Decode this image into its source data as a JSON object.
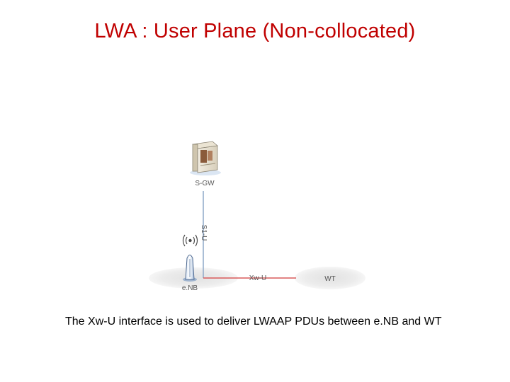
{
  "title": "LWA : User Plane (Non-collocated)",
  "diagram": {
    "nodes": {
      "sgw": {
        "label": "S-GW",
        "icon": "server-icon"
      },
      "enb": {
        "label": "e.NB",
        "icon": "base-station-icon"
      },
      "wt": {
        "label": "WT",
        "icon": "wlan-termination-ellipse"
      }
    },
    "links": {
      "s1u": {
        "label": "S1-U",
        "color": "#8ea9c8"
      },
      "xwu": {
        "label": "Xw-U",
        "color": "#d95a5a"
      }
    }
  },
  "caption": "The Xw-U interface is used to deliver LWAAP PDUs between e.NB and WT"
}
